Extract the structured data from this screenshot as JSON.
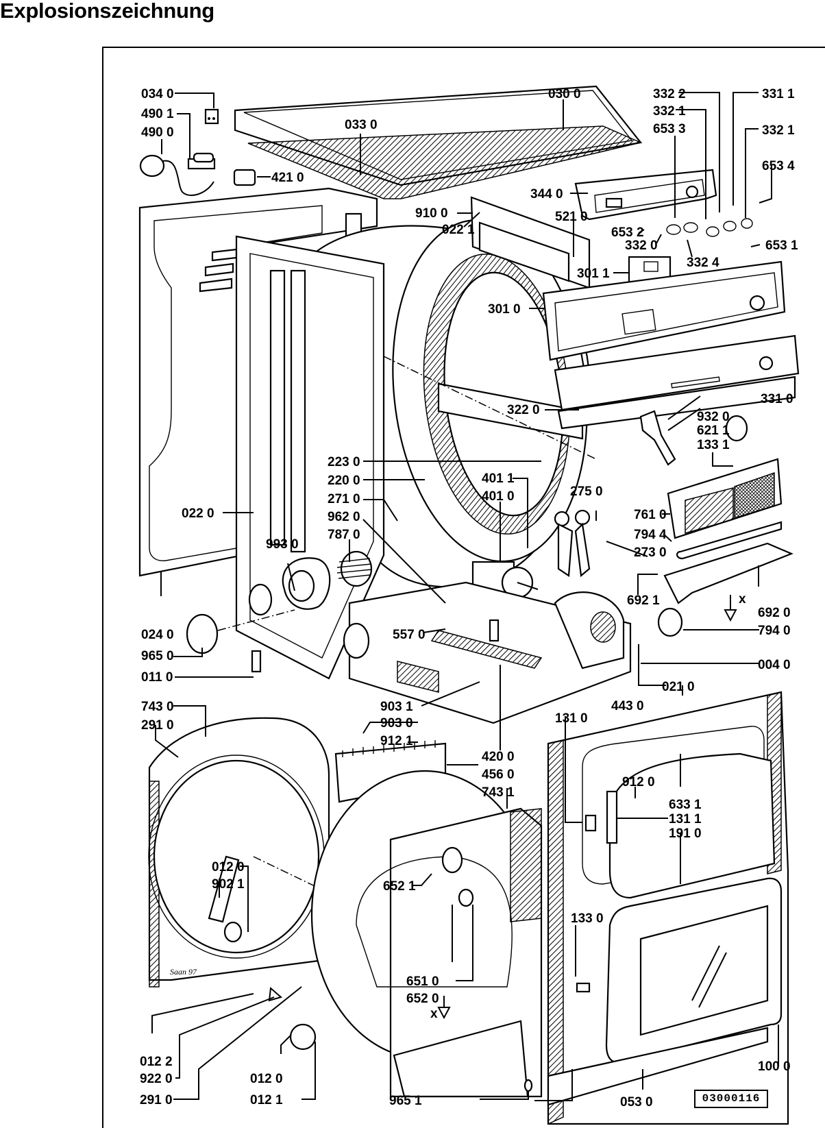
{
  "title": "Explosionszeichnung",
  "drawing_number": "03000116",
  "annotations": {
    "x_markers": [
      "x",
      "x"
    ],
    "back_panel_mark": "Saan 97"
  },
  "labels": [
    {
      "id": "l0340",
      "text": "034 0"
    },
    {
      "id": "l4901",
      "text": "490 1"
    },
    {
      "id": "l4900",
      "text": "490 0"
    },
    {
      "id": "l0330",
      "text": "033 0"
    },
    {
      "id": "l4210",
      "text": "421 0"
    },
    {
      "id": "l0300",
      "text": "030 0"
    },
    {
      "id": "l3322",
      "text": "332 2"
    },
    {
      "id": "l3321a",
      "text": "332 1"
    },
    {
      "id": "l6533",
      "text": "653 3"
    },
    {
      "id": "l3311",
      "text": "331 1"
    },
    {
      "id": "l3321b",
      "text": "332 1"
    },
    {
      "id": "l6534",
      "text": "653 4"
    },
    {
      "id": "l3440",
      "text": "344 0"
    },
    {
      "id": "l9100",
      "text": "910 0"
    },
    {
      "id": "l0221",
      "text": "022 1"
    },
    {
      "id": "l5210",
      "text": "521 0"
    },
    {
      "id": "l6532",
      "text": "653 2"
    },
    {
      "id": "l3320",
      "text": "332 0"
    },
    {
      "id": "l3324",
      "text": "332 4"
    },
    {
      "id": "l6531",
      "text": "653 1"
    },
    {
      "id": "l3011",
      "text": "301 1"
    },
    {
      "id": "l3010",
      "text": "301 0"
    },
    {
      "id": "l3220",
      "text": "322 0"
    },
    {
      "id": "l3310",
      "text": "331 0"
    },
    {
      "id": "l9320",
      "text": "932 0"
    },
    {
      "id": "l6211",
      "text": "621 1"
    },
    {
      "id": "l1331",
      "text": "133 1"
    },
    {
      "id": "l2230",
      "text": "223 0"
    },
    {
      "id": "l2200",
      "text": "220 0"
    },
    {
      "id": "l2710",
      "text": "271 0"
    },
    {
      "id": "l9620",
      "text": "962 0"
    },
    {
      "id": "l7870",
      "text": "787 0"
    },
    {
      "id": "l4011",
      "text": "401 1"
    },
    {
      "id": "l4010",
      "text": "401 0"
    },
    {
      "id": "l2750",
      "text": "275 0"
    },
    {
      "id": "l0220",
      "text": "022 0"
    },
    {
      "id": "l9930",
      "text": "993 0"
    },
    {
      "id": "l7610",
      "text": "761 0"
    },
    {
      "id": "l7944",
      "text": "794 4"
    },
    {
      "id": "l2730",
      "text": "273 0"
    },
    {
      "id": "l6921",
      "text": "692 1"
    },
    {
      "id": "l6920",
      "text": "692 0"
    },
    {
      "id": "l7940",
      "text": "794 0"
    },
    {
      "id": "l0240",
      "text": "024 0"
    },
    {
      "id": "l9650",
      "text": "965 0"
    },
    {
      "id": "l5570",
      "text": "557 0"
    },
    {
      "id": "l0110",
      "text": "011 0"
    },
    {
      "id": "l0040",
      "text": "004 0"
    },
    {
      "id": "l9031",
      "text": "903 1"
    },
    {
      "id": "l4430",
      "text": "443 0"
    },
    {
      "id": "l7430",
      "text": "743 0"
    },
    {
      "id": "l2910a",
      "text": "291 0"
    },
    {
      "id": "l0210",
      "text": "021 0"
    },
    {
      "id": "l9030",
      "text": "903 0"
    },
    {
      "id": "l1310",
      "text": "131 0"
    },
    {
      "id": "l9121",
      "text": "912 1"
    },
    {
      "id": "l4200",
      "text": "420 0"
    },
    {
      "id": "l4560",
      "text": "456 0"
    },
    {
      "id": "l7431",
      "text": "743 1"
    },
    {
      "id": "l9120",
      "text": "912 0"
    },
    {
      "id": "l6331",
      "text": "633 1"
    },
    {
      "id": "l1311",
      "text": "131 1"
    },
    {
      "id": "l1910",
      "text": "191 0"
    },
    {
      "id": "l0120a",
      "text": "012 0"
    },
    {
      "id": "l9021",
      "text": "902 1"
    },
    {
      "id": "l6521",
      "text": "652 1"
    },
    {
      "id": "l1330",
      "text": "133 0"
    },
    {
      "id": "l6510",
      "text": "651 0"
    },
    {
      "id": "l6520",
      "text": "652 0"
    },
    {
      "id": "l0122",
      "text": "012 2"
    },
    {
      "id": "l9220",
      "text": "922 0"
    },
    {
      "id": "l2910b",
      "text": "291 0"
    },
    {
      "id": "l0120b",
      "text": "012 0"
    },
    {
      "id": "l0121",
      "text": "012 1"
    },
    {
      "id": "l9651",
      "text": "965 1"
    },
    {
      "id": "l1000",
      "text": "100 0"
    },
    {
      "id": "l0530",
      "text": "053 0"
    }
  ]
}
